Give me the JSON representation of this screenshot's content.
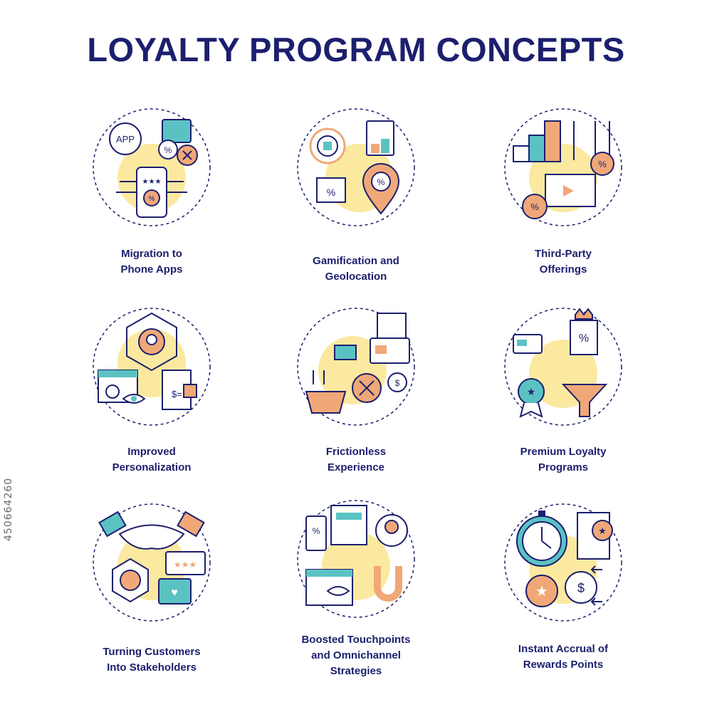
{
  "title": "LOYALTY PROGRAM CONCEPTS",
  "side_id": "450664260",
  "colors": {
    "navy": "#1c1f6e",
    "yellow": "#fbe9a0",
    "orange": "#f0a878",
    "teal": "#5bc2c4"
  },
  "concepts": [
    {
      "icon": "phone-app-icon",
      "lines": [
        "Migration to",
        "Phone Apps"
      ]
    },
    {
      "icon": "gamification-geolocation-icon",
      "lines": [
        "Gamification and",
        "Geolocation"
      ]
    },
    {
      "icon": "third-party-offerings-icon",
      "lines": [
        "Third-Party",
        "Offerings"
      ]
    },
    {
      "icon": "personalization-icon",
      "lines": [
        "Improved",
        "Personalization"
      ]
    },
    {
      "icon": "frictionless-experience-icon",
      "lines": [
        "Frictionless",
        "Experience"
      ]
    },
    {
      "icon": "premium-loyalty-icon",
      "lines": [
        "Premium Loyalty",
        "Programs"
      ]
    },
    {
      "icon": "handshake-stakeholders-icon",
      "lines": [
        "Turning Customers",
        "Into Stakeholders"
      ]
    },
    {
      "icon": "omnichannel-touchpoints-icon",
      "lines": [
        "Boosted Touchpoints",
        "and Omnichannel",
        "Strategies"
      ]
    },
    {
      "icon": "rewards-points-icon",
      "lines": [
        "Instant Accrual of",
        "Rewards Points"
      ]
    }
  ]
}
